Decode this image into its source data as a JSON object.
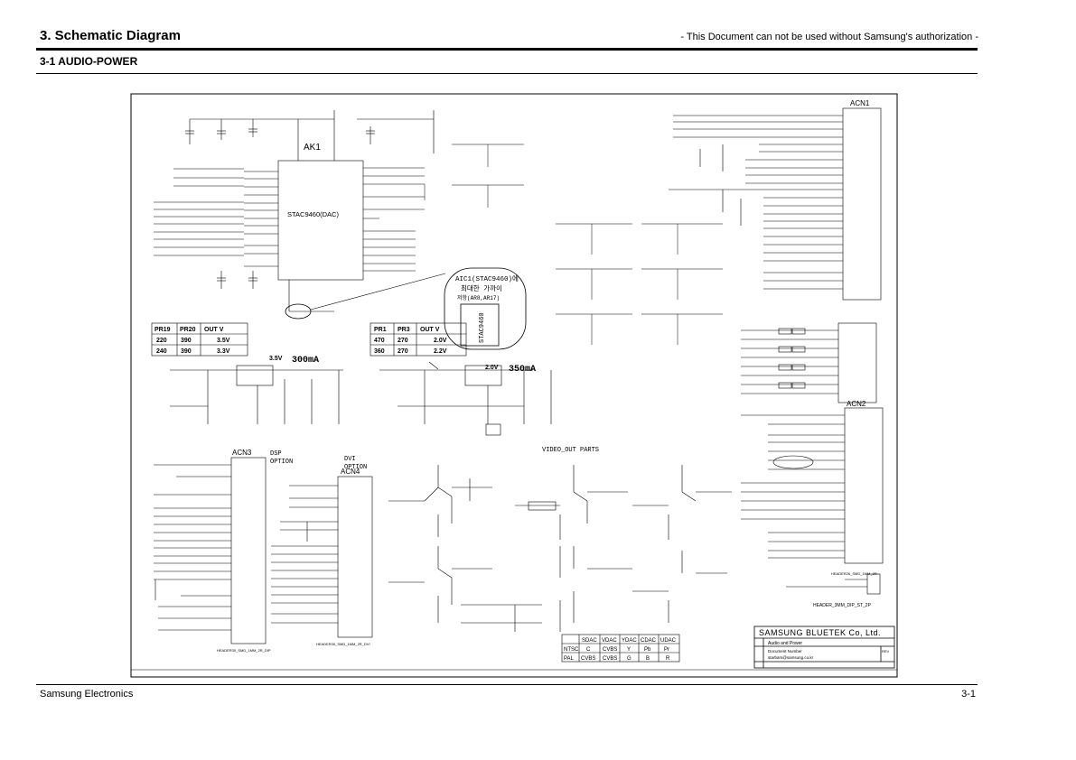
{
  "header": {
    "title": "3. Schematic Diagram",
    "note": "- This Document can not be used without Samsung's authorization -",
    "section": "3-1 AUDIO-POWER"
  },
  "footer": {
    "company": "Samsung Electronics",
    "page": "3-1"
  },
  "schematic": {
    "ic_main_ref": "AK1",
    "ic_main_part": "STAC9460(DAC)",
    "callout_title": "AIC1(STAC9460)에",
    "callout_line2": "최대한 가까이",
    "callout_parts": "저항(AR8,AR17)",
    "callout_chip": "STAC9460",
    "connector_acn1": "ACN1",
    "connector_acn2": "ACN2",
    "connector_acn3": "ACN3",
    "connector_acn4": "ACN4",
    "dsp_option": "DSP\nOPTION",
    "dvi_option": "DVI\nOPTION",
    "video_out_parts": "VIDEO_OUT PARTS",
    "reg1_current": "3.5V",
    "reg1_ma": "300mA",
    "reg2_voltage": "2.0V",
    "reg2_ma": "350mA",
    "rev_label": "REV",
    "table1": {
      "header": [
        "PR19",
        "PR20",
        "OUT V"
      ],
      "rows": [
        [
          "220",
          "390",
          "3.5V"
        ],
        [
          "240",
          "390",
          "3.3V"
        ]
      ]
    },
    "table2": {
      "header": [
        "PR1",
        "PR3",
        "OUT V"
      ],
      "rows": [
        [
          "470",
          "270",
          "2.0V"
        ],
        [
          "360",
          "270",
          "2.2V"
        ]
      ]
    },
    "dac_table": {
      "header": [
        "",
        "SDAC",
        "VDAC",
        "YDAC",
        "CDAC",
        "UDAC"
      ],
      "rows": [
        [
          "NTSC",
          "C",
          "CVBS",
          "Y",
          "Pb",
          "Pr"
        ],
        [
          "PAL",
          "CVBS",
          "CVBS",
          "G",
          "B",
          "R"
        ]
      ]
    },
    "title_block": {
      "company": "SAMSUNG BLUETEK Co, Ltd.",
      "title": "Audio and Power",
      "doc": "Document Number",
      "email": "starbars@samsung.co.kr"
    },
    "header_labels": [
      "HEADER_3MM_DIP_ST_2P",
      "HEADER30_SMD_1MM_2R_DIP",
      "HEADER30_SMD_1MM_2R_DVI",
      "HEADER26_SMD_1MM_2R"
    ]
  }
}
